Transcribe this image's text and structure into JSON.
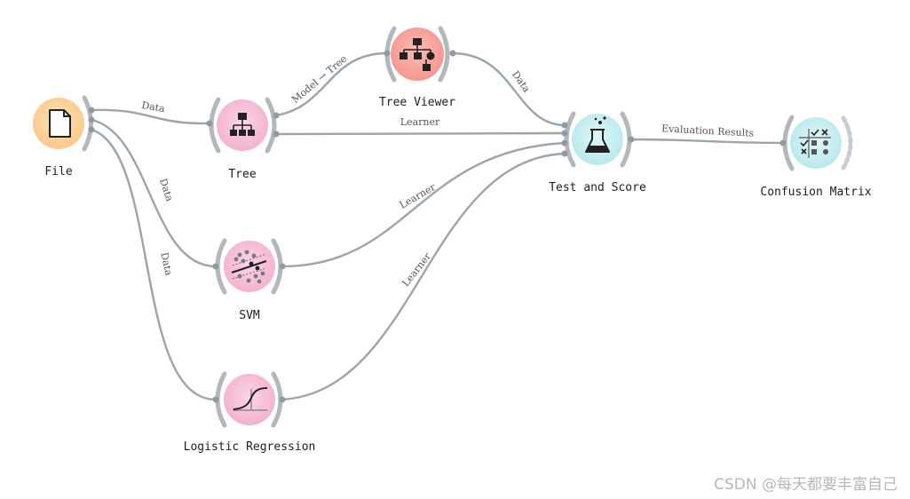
{
  "nodes": {
    "file": {
      "label": "File",
      "icon": "document-icon",
      "color": "#fbd49b"
    },
    "tree": {
      "label": "Tree",
      "icon": "tree-icon",
      "color": "#f6bcd5"
    },
    "tree_viewer": {
      "label": "Tree Viewer",
      "icon": "tree-viewer-icon",
      "color": "#f7a19b"
    },
    "svm": {
      "label": "SVM",
      "icon": "svm-icon",
      "color": "#f6bcd5"
    },
    "logreg": {
      "label": "Logistic Regression",
      "icon": "logistic-curve-icon",
      "color": "#f6bcd5"
    },
    "test_score": {
      "label": "Test and Score",
      "icon": "flask-icon",
      "color": "#c6eef0"
    },
    "confusion": {
      "label": "Confusion Matrix",
      "icon": "confusion-matrix-icon",
      "color": "#c6eef0"
    }
  },
  "links": {
    "file_tree": "Data",
    "tree_viewer": "Model → Tree",
    "viewer_score": "Data",
    "tree_score": "Learner",
    "file_svm": "Data",
    "file_logreg": "Data",
    "svm_score": "Learner",
    "logreg_score": "Learner",
    "score_confusion": "Evaluation Results"
  },
  "watermark": "CSDN @每天都要丰富自己"
}
